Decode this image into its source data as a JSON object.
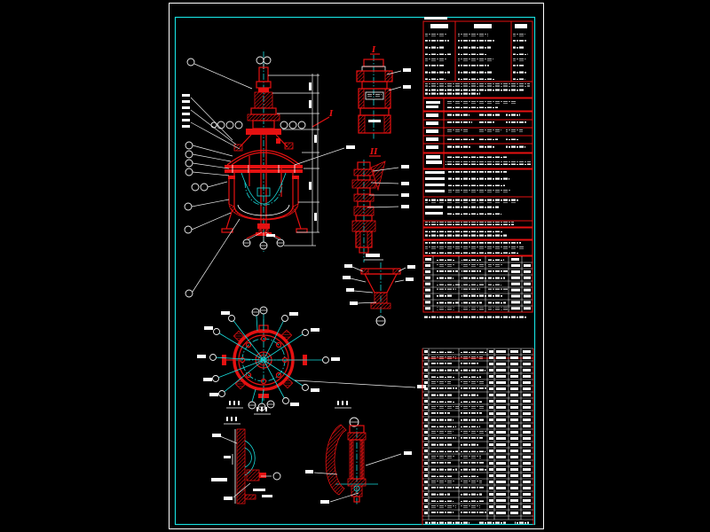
{
  "window": {
    "description": "CAD engineering drawing of a jacketed agitated pressure vessel, black model space"
  },
  "sheet": {
    "border_color": "#ffffff",
    "frame_color": "#17dcdc"
  },
  "palette": {
    "drawing_red": "#e51111",
    "annotation_white": "#ffffff",
    "centerline_cyan": "#17dcdc",
    "background": "#000000"
  },
  "drawing": {
    "detail_marker_1": "I",
    "detail_marker_2": "II",
    "section_ref_1": "I"
  },
  "panels": {
    "technical_table": {
      "columns_visible": 3,
      "legible": false
    },
    "nozzle_table": {
      "legible": false
    },
    "bom_table": {
      "legible": false
    }
  }
}
